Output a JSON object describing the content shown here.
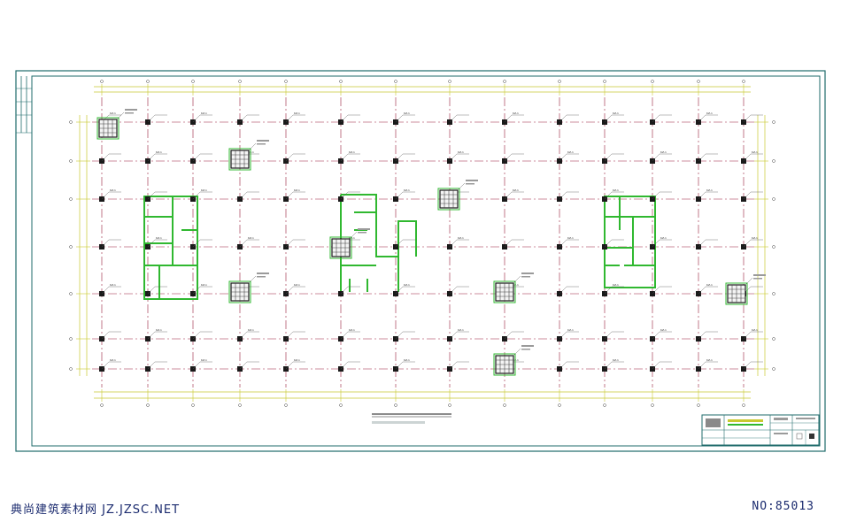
{
  "footer": {
    "site_label": "典尚建筑素材网 JZ.JZSC.NET",
    "sheet_number": "NO:85013"
  },
  "colors": {
    "border": "#1f6b6b",
    "grid": "#9a1f3a",
    "dimension": "#c9c930",
    "column": "#1a1a1a",
    "wall": "#30b830",
    "footer_text": "#1a2a6e"
  },
  "plan": {
    "column_label": "KZ-1"
  }
}
